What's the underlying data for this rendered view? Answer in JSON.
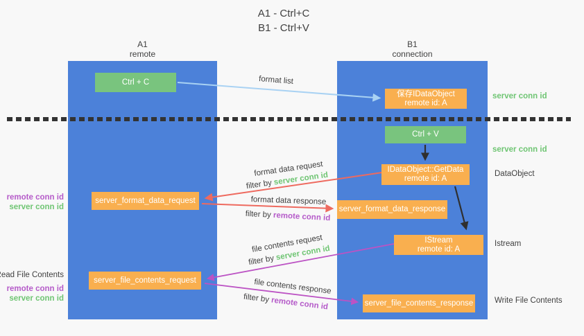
{
  "title": {
    "line1": "A1 - Ctrl+C",
    "line2": "B1 - Ctrl+V"
  },
  "columns": {
    "left": {
      "id": "A1",
      "role": "remote"
    },
    "right": {
      "id": "B1",
      "role": "connection"
    }
  },
  "nodes": {
    "ctrl_c": "Ctrl + C",
    "save_idataobject": {
      "line1": "保存IDataObject",
      "line2": "remote id: A"
    },
    "ctrl_v": "Ctrl + V",
    "getdata": {
      "line1": "IDataObject::GetData",
      "line2": "remote id: A"
    },
    "format_request": "server_format_data_request",
    "format_response": "server_format_data_response",
    "istream": {
      "line1": "IStream",
      "line2": "remote id: A"
    },
    "file_request": "server_file_contents_request",
    "file_response": "server_file_contents_response"
  },
  "side_labels": {
    "right": {
      "server_conn_id_1": "server conn id",
      "server_conn_id_2": "server conn id",
      "dataobject": "DataObject",
      "istream": "Istream",
      "write_file": "Write File Contents"
    },
    "left": {
      "remote_conn_id_1": "remote conn id",
      "server_conn_id_1": "server conn id",
      "read_file": "Read File Contents",
      "remote_conn_id_2": "remote conn id",
      "server_conn_id_2": "server conn id"
    }
  },
  "arrow_labels": {
    "format_list": "format list",
    "format_data_request": "format data request",
    "format_data_response": "format data response",
    "file_contents_request": "file contents request",
    "file_contents_response": "file contents response",
    "filter_by": "filter by ",
    "server_conn_id": "server conn id",
    "remote_conn_id": "remote conn id"
  },
  "colors": {
    "column_blue": "#4C81D9",
    "node_green": "#79C47E",
    "node_orange": "#F9AF4F",
    "conn_id_green": "#6FC573",
    "conn_id_purple": "#B55BC9",
    "arrow_red": "#EE6A5F",
    "arrow_magenta": "#BC53C4",
    "arrow_light_blue": "#A9D2F3",
    "arrow_black": "#2F2F2F",
    "separator_black": "#333333"
  }
}
